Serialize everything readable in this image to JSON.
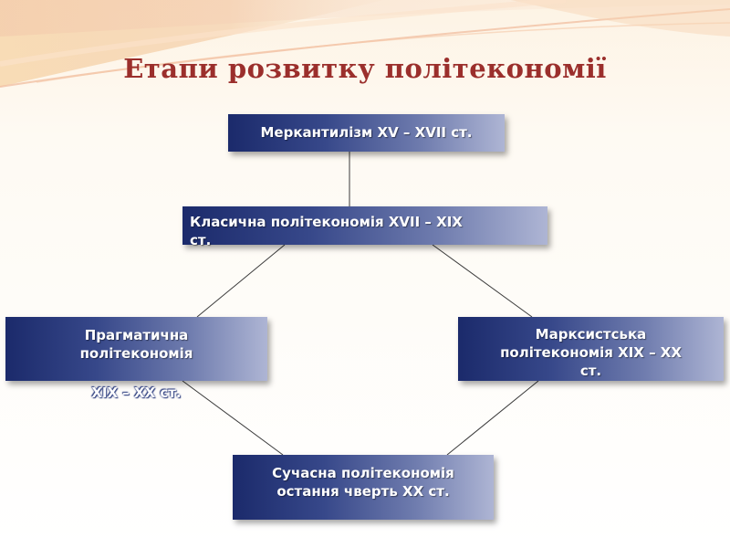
{
  "slide": {
    "title": "Етапи розвитку політекономії"
  },
  "nodes": {
    "mercantilism": "Меркантилізм XV – XVII ст.",
    "classical": {
      "line1": "Класична політекономія XVII – XIX",
      "line2": "ст."
    },
    "pragmatic": {
      "line1": "Прагматична",
      "line2": "політекономія",
      "line3": "XIX – XX ст."
    },
    "marxist": {
      "line1": "Марксистська",
      "line2": "політекономія XIX – XX",
      "line3": "ст."
    },
    "modern": {
      "line1": "Сучасна політекономія",
      "line2": "остання чверть XX ст."
    }
  },
  "colors": {
    "title": "#9b2f2c",
    "node_dark": "#1b2a6b",
    "node_light": "#aeb5d4",
    "connector": "#3a3a3a"
  }
}
